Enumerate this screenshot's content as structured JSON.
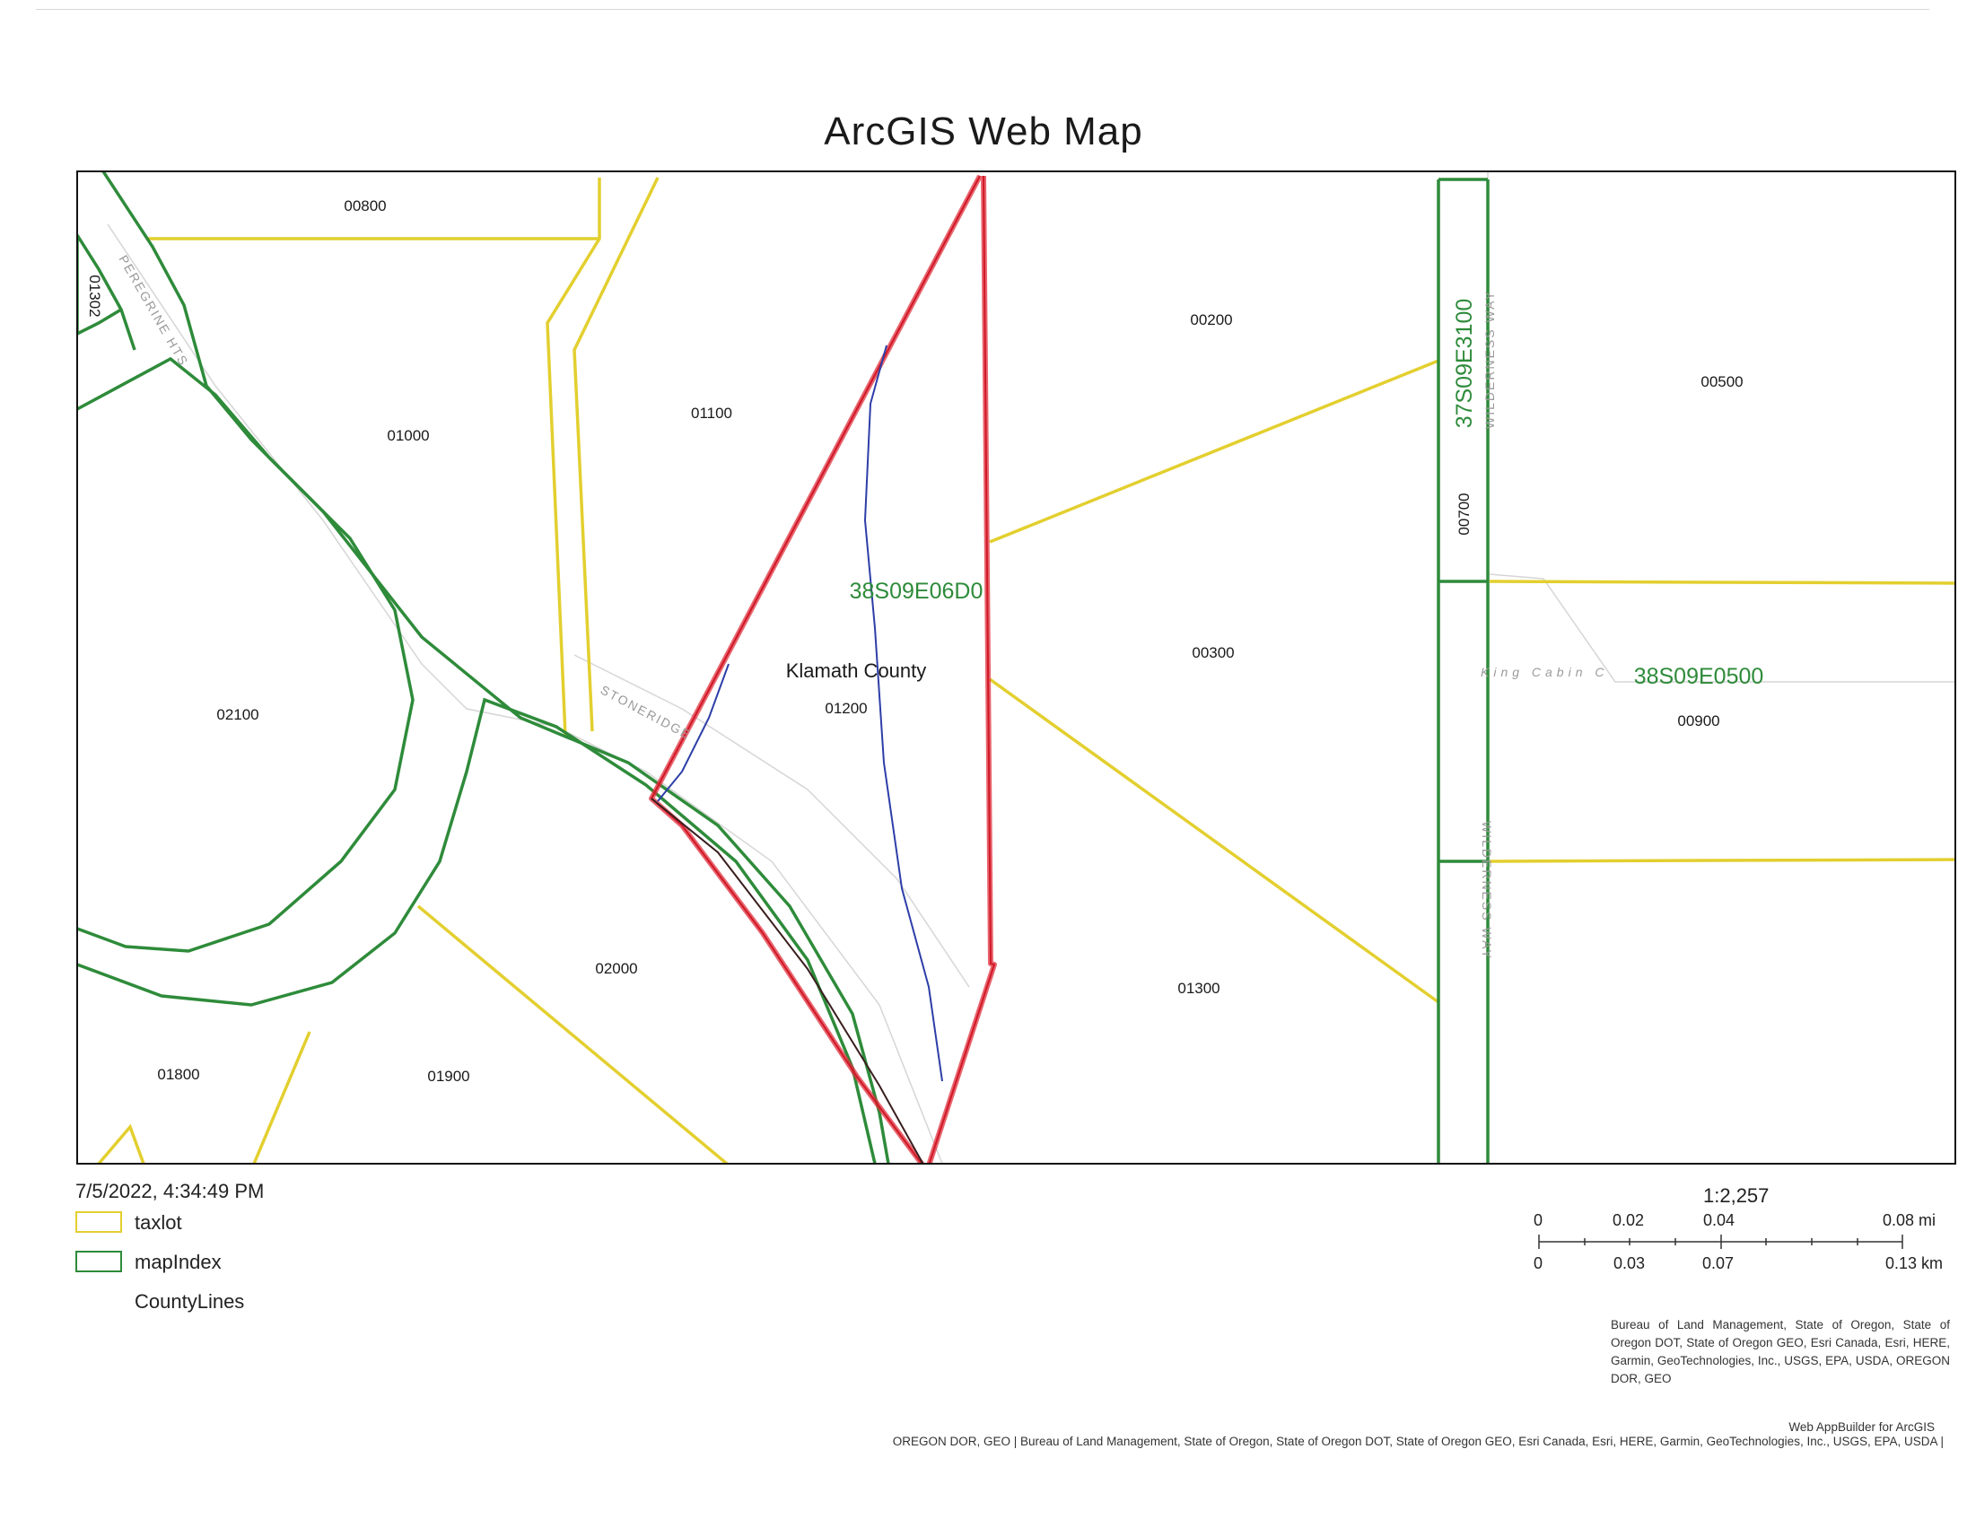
{
  "title": "ArcGIS Web Map",
  "timestamp": "7/5/2022, 4:34:49 PM",
  "legend": [
    {
      "label": "taxlot",
      "color": "#e3cf2f",
      "swatch": "box"
    },
    {
      "label": "mapIndex",
      "color": "#2e8b3a",
      "swatch": "box"
    },
    {
      "label": "CountyLines",
      "color": "",
      "swatch": "none"
    }
  ],
  "parcel_labels": [
    "00800",
    "01302",
    "01000",
    "01100",
    "00200",
    "00500",
    "00700",
    "00300",
    "02100",
    "01200",
    "00900",
    "02000",
    "01300",
    "01800",
    "01900"
  ],
  "map_index_labels": [
    "38S09E06D0",
    "37S09E3100",
    "38S09E0500"
  ],
  "county_label": "Klamath County",
  "road_labels": [
    "PEREGRINE HTS",
    "STONERIDGE",
    "WILDERNESS WAY",
    "King Cabin C",
    "WILDERNESS WAY"
  ],
  "scale": {
    "ratio": "1:2,257",
    "top_ticks": [
      "0",
      "0.02",
      "0.04",
      "0.08 mi"
    ],
    "bottom_ticks": [
      "0",
      "0.03",
      "0.07",
      "0.13 km"
    ]
  },
  "attribution_block": "Bureau of Land Management, State of Oregon, State of Oregon DOT, State of Oregon GEO, Esri Canada, Esri, HERE, Garmin, GeoTechnologies, Inc., USGS, EPA, USDA, OREGON DOR, GEO",
  "credit": "Web AppBuilder for ArcGIS",
  "attribution_line": "OREGON DOR, GEO | Bureau of Land Management, State of Oregon, State of Oregon DOT, State of Oregon GEO, Esri Canada, Esri, HERE, Garmin, GeoTechnologies, Inc., USGS, EPA, USDA |",
  "colors": {
    "taxlot": "#e3cf2f",
    "map_index": "#2e8b3a",
    "index_label": "#2e8b3a",
    "red_markup": "#e0303c",
    "blue_markup": "#2d3ea8"
  }
}
